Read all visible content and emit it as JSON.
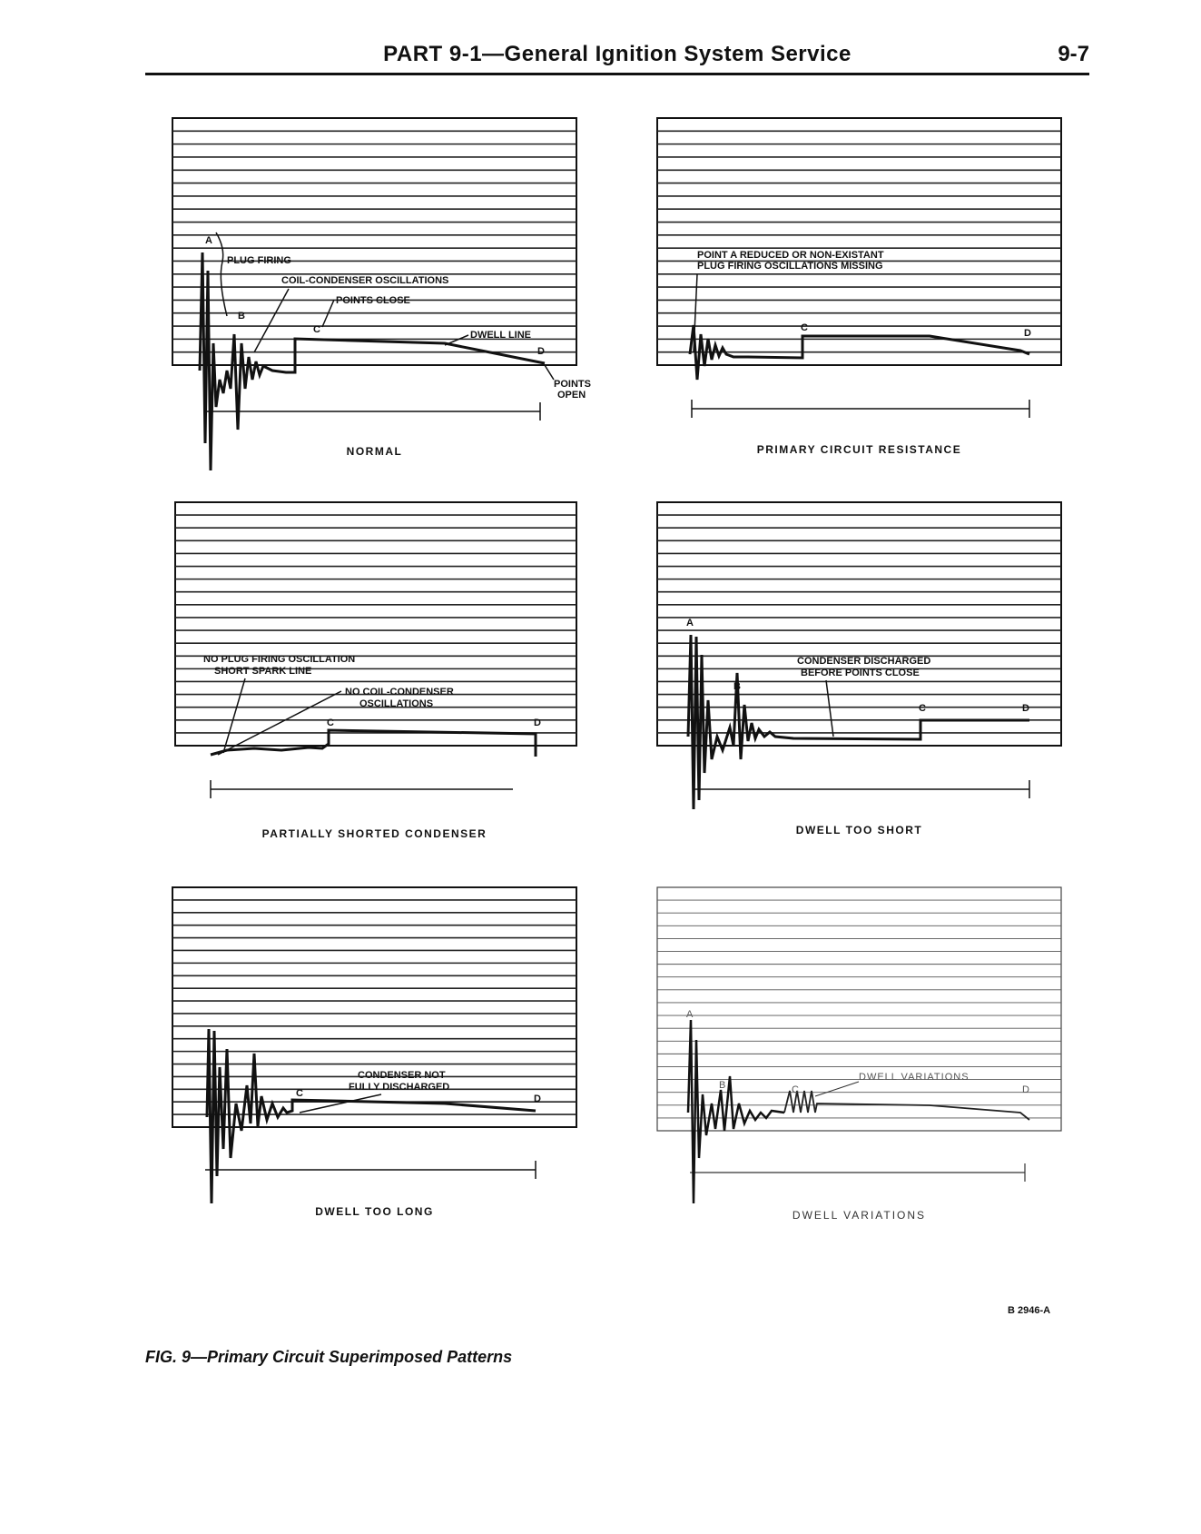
{
  "header": {
    "title": "PART 9-1—General Ignition System Service",
    "page": "9-7"
  },
  "panels": {
    "normal": {
      "caption": "NORMAL",
      "labels": {
        "a": "A",
        "b": "B",
        "c": "C",
        "d": "D",
        "plug_firing": "PLUG FIRING",
        "coil_condenser": "COIL-CONDENSER OSCILLATIONS",
        "points_close": "POINTS CLOSE",
        "dwell_line": "DWELL LINE",
        "points_open_1": "POINTS",
        "points_open_2": "OPEN"
      }
    },
    "primary": {
      "caption": "PRIMARY CIRCUIT RESISTANCE",
      "labels": {
        "c": "C",
        "d": "D",
        "note_1": "POINT A REDUCED OR NON-EXISTANT",
        "note_2": "PLUG FIRING OSCILLATIONS MISSING"
      }
    },
    "shorted": {
      "caption": "PARTIALLY SHORTED CONDENSER",
      "labels": {
        "c": "C",
        "d": "D",
        "note_1": "NO PLUG FIRING OSCILLATION",
        "note_2": "SHORT SPARK LINE",
        "note_3": "NO COIL-CONDENSER",
        "note_4": "OSCILLATIONS"
      }
    },
    "short": {
      "caption": "DWELL TOO SHORT",
      "labels": {
        "a": "A",
        "b": "B",
        "c": "C",
        "d": "D",
        "note_1": "CONDENSER DISCHARGED",
        "note_2": "BEFORE POINTS CLOSE"
      }
    },
    "long": {
      "caption": "DWELL TOO LONG",
      "labels": {
        "c": "C",
        "d": "D",
        "note_1": "CONDENSER NOT",
        "note_2": "FULLY DISCHARGED"
      }
    },
    "variations": {
      "caption": "DWELL VARIATIONS",
      "labels": {
        "a": "A",
        "b": "B",
        "c": "C",
        "d": "D",
        "note": "DWELL VARIATIONS"
      }
    }
  },
  "reference": "B 2946-A",
  "figure_caption": "FIG. 9—Primary Circuit Superimposed Patterns"
}
